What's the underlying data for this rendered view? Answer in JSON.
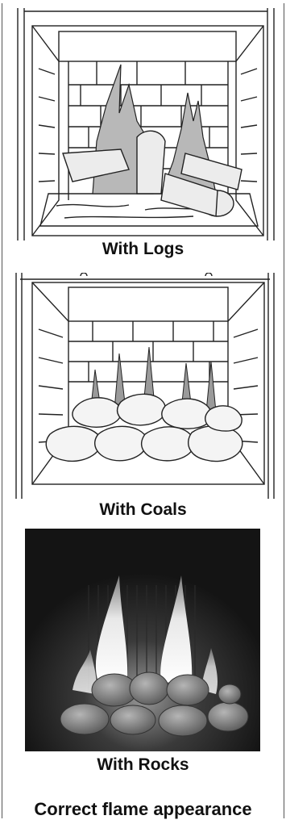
{
  "figures": [
    {
      "caption": "With Logs",
      "icon": "fireplace-logs-illustration"
    },
    {
      "caption": "With Coals",
      "icon": "fireplace-coals-illustration"
    },
    {
      "caption": "With Rocks",
      "icon": "fireplace-rocks-photo"
    }
  ],
  "footer": {
    "title": "Correct flame appearance"
  }
}
